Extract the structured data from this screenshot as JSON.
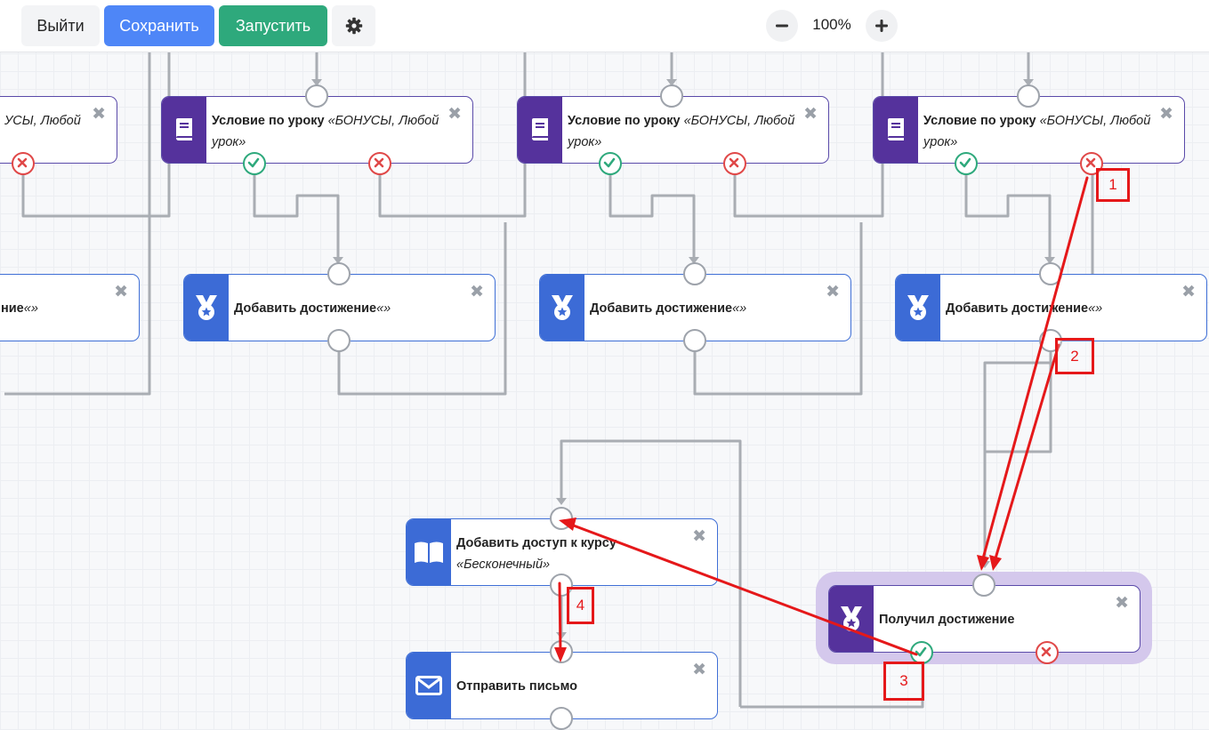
{
  "toolbar": {
    "exit_label": "Выйти",
    "save_label": "Сохранить",
    "run_label": "Запустить",
    "settings_icon": "gear-icon",
    "zoom_out_icon": "minus-icon",
    "zoom_in_icon": "plus-icon",
    "zoom_level": "100%"
  },
  "colors": {
    "save": "#4e86f7",
    "run": "#2ea97c",
    "lesson_node": "#55329c",
    "action_node": "#3c6bd6",
    "success_port": "#2ea97c",
    "fail_port": "#e04848",
    "annotation": "#e5181a",
    "trigger_frame": "#d4c8ec"
  },
  "nodes": {
    "cond_partial": {
      "title": "",
      "param": "УСЫ, Любой"
    },
    "cond_1": {
      "title": "Условие по уроку ",
      "param": "«БОНУСЫ, Любой урок»",
      "icon": "book-icon"
    },
    "cond_2": {
      "title": "Условие по уроку ",
      "param": "«БОНУСЫ, Любой урок»",
      "icon": "book-icon"
    },
    "cond_3": {
      "title": "Условие по уроку ",
      "param": "«БОНУСЫ, Любой урок»",
      "icon": "book-icon"
    },
    "ach_partial": {
      "title": "ние",
      "param": "«»"
    },
    "ach_1": {
      "title": "Добавить достижение",
      "param": "«»",
      "icon": "medal-icon"
    },
    "ach_2": {
      "title": "Добавить достижение",
      "param": "«»",
      "icon": "medal-icon"
    },
    "ach_3": {
      "title": "Добавить достижение",
      "param": "«»",
      "icon": "medal-icon"
    },
    "course": {
      "title": "Добавить доступ к курсу",
      "param": "«Бесконечный»",
      "icon": "open-book-icon"
    },
    "trigger": {
      "title": "Получил достижение",
      "icon": "medal-icon"
    },
    "email": {
      "title": "Отправить письмо",
      "icon": "envelope-icon"
    }
  },
  "annotations": [
    "1",
    "2",
    "3",
    "4"
  ]
}
